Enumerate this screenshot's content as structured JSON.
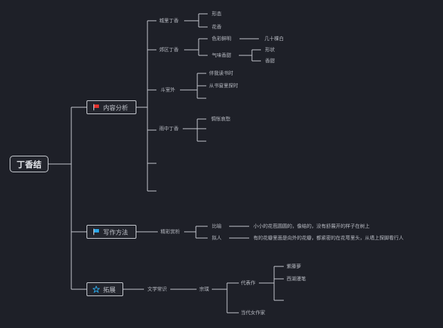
{
  "root": {
    "label": "丁香结"
  },
  "topics": {
    "t1": {
      "label": "内容分析",
      "icon": "red-flag-icon",
      "color": "#e5322d"
    },
    "t2": {
      "label": "写作方法",
      "icon": "blue-flag-icon",
      "color": "#2aa7e8"
    },
    "t3": {
      "label": "拓展",
      "icon": "star-icon",
      "color": "#2aa7e8"
    }
  },
  "nodes": {
    "a1": "城里丁香",
    "a1a": "形态",
    "a1b": "花香",
    "a2": "郊区丁香",
    "a2a": "色彩鲜明",
    "a2a1": "几十棵白",
    "a2b": "气味香甜",
    "a2b1": "形状",
    "a2b2": "香甜",
    "a3": "斗室外",
    "a3a": "伴我读书时",
    "a3b": "从书窗里探时",
    "a4": "雨中丁香",
    "a4a": "惆怅哀愁",
    "b1": "精彩赏析",
    "b1a": "比喻",
    "b1a1": "小小的花苞圆圆的，像结的，没有舒展开的样子在树上",
    "b1b": "拟人",
    "b1b1": "有的花瓣里面是向外的花瓣，都紧密的在花萼里头，从墙上探脚看行人",
    "c1": "文学常识",
    "c1a": "宗璞",
    "c1a1": "代表作",
    "c1a1a": "紫藤萝",
    "c1a1b": "西湖漫笔",
    "c1a2": "当代女作家"
  }
}
